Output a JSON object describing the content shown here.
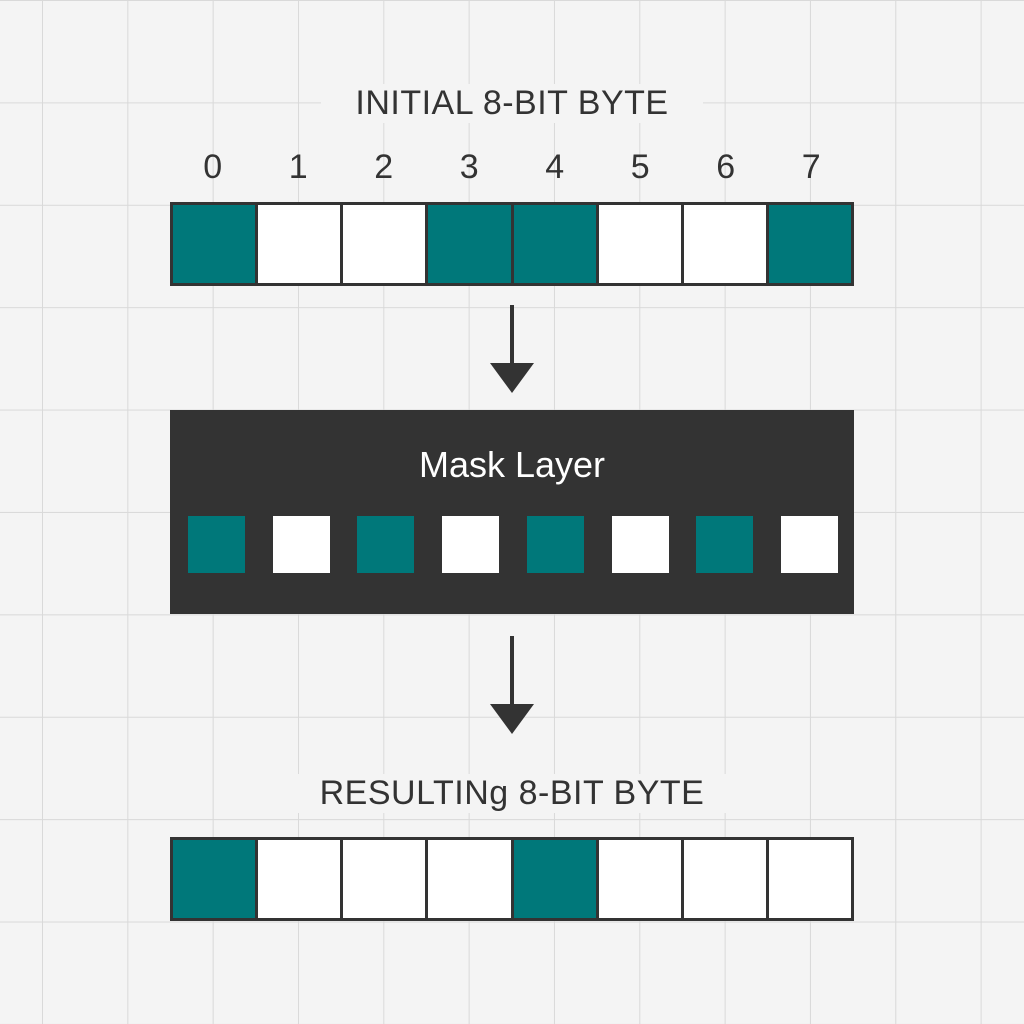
{
  "initial": {
    "title": "INITIAL 8-BIT BYTE",
    "indices": [
      "0",
      "1",
      "2",
      "3",
      "4",
      "5",
      "6",
      "7"
    ],
    "bits": [
      1,
      0,
      0,
      1,
      1,
      0,
      0,
      1
    ]
  },
  "mask": {
    "title": "Mask Layer",
    "bits": [
      1,
      0,
      1,
      0,
      1,
      0,
      1,
      0
    ]
  },
  "result": {
    "title": "RESULTINg 8-BIT BYTE",
    "bits": [
      1,
      0,
      0,
      0,
      1,
      0,
      0,
      0
    ]
  },
  "colors": {
    "on": "#00787a",
    "off": "#ffffff",
    "dark": "#333333",
    "background": "#f4f4f4"
  },
  "icons": {
    "flow_arrow": "arrow-down-icon"
  }
}
